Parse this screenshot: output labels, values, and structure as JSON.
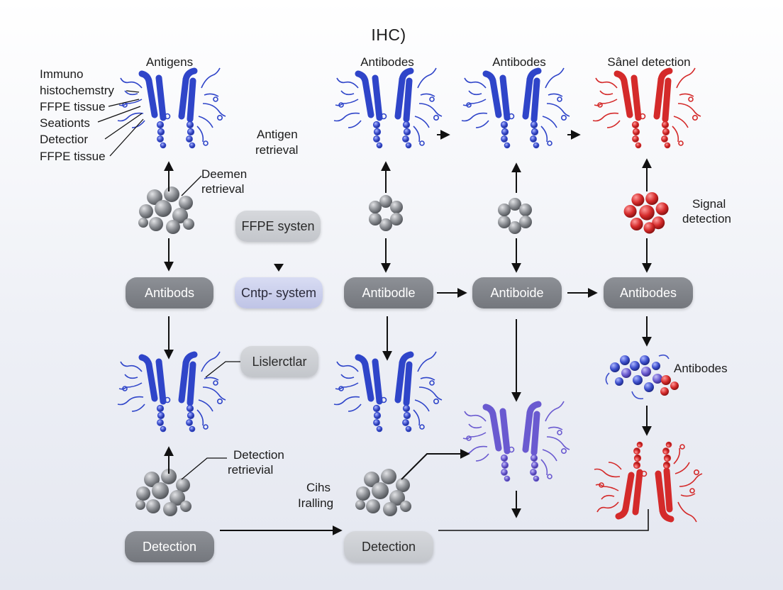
{
  "title": "IHC)",
  "headers": {
    "antigens": "Antigens",
    "antibodes1": "Antibodes",
    "antibodes2": "Antibodes",
    "signal": "Sânel detection"
  },
  "legend": [
    "Immuno",
    "histochemstry",
    "FFPE tissue",
    "Seationts",
    "Detectior",
    "FFPE tissue"
  ],
  "labels": {
    "antigen_retrieval_1": "Antigen",
    "antigen_retrieval_2": "retrieval",
    "deemen_1": "Deemen",
    "deemen_2": "retrieval",
    "signal_1": "Signal",
    "signal_2": "detection",
    "antibodes_side": "Antibodes",
    "detection_retrieval_1": "Detection",
    "detection_retrieval_2": "retrievial",
    "cihs_1": "Cihs",
    "cihs_2": "Iralling"
  },
  "nodes": {
    "ffpe_system": "FFPE systen",
    "antibods": "Antibods",
    "cntp_system": "Cntp- system",
    "antibodle": "Antibodle",
    "antiboide": "Antiboide",
    "antibodes": "Antibodes",
    "lislerctlar": "Lislerctlar",
    "detection_left": "Detection",
    "detection_mid": "Detection"
  },
  "colors": {
    "antibody_blue": "#2f45c9",
    "antibody_violet": "#6a5ad0",
    "antibody_red": "#d42a2a",
    "antigen_grey": "#8a8d92",
    "node_grey": "#7f8288",
    "arrow": "#111111"
  }
}
